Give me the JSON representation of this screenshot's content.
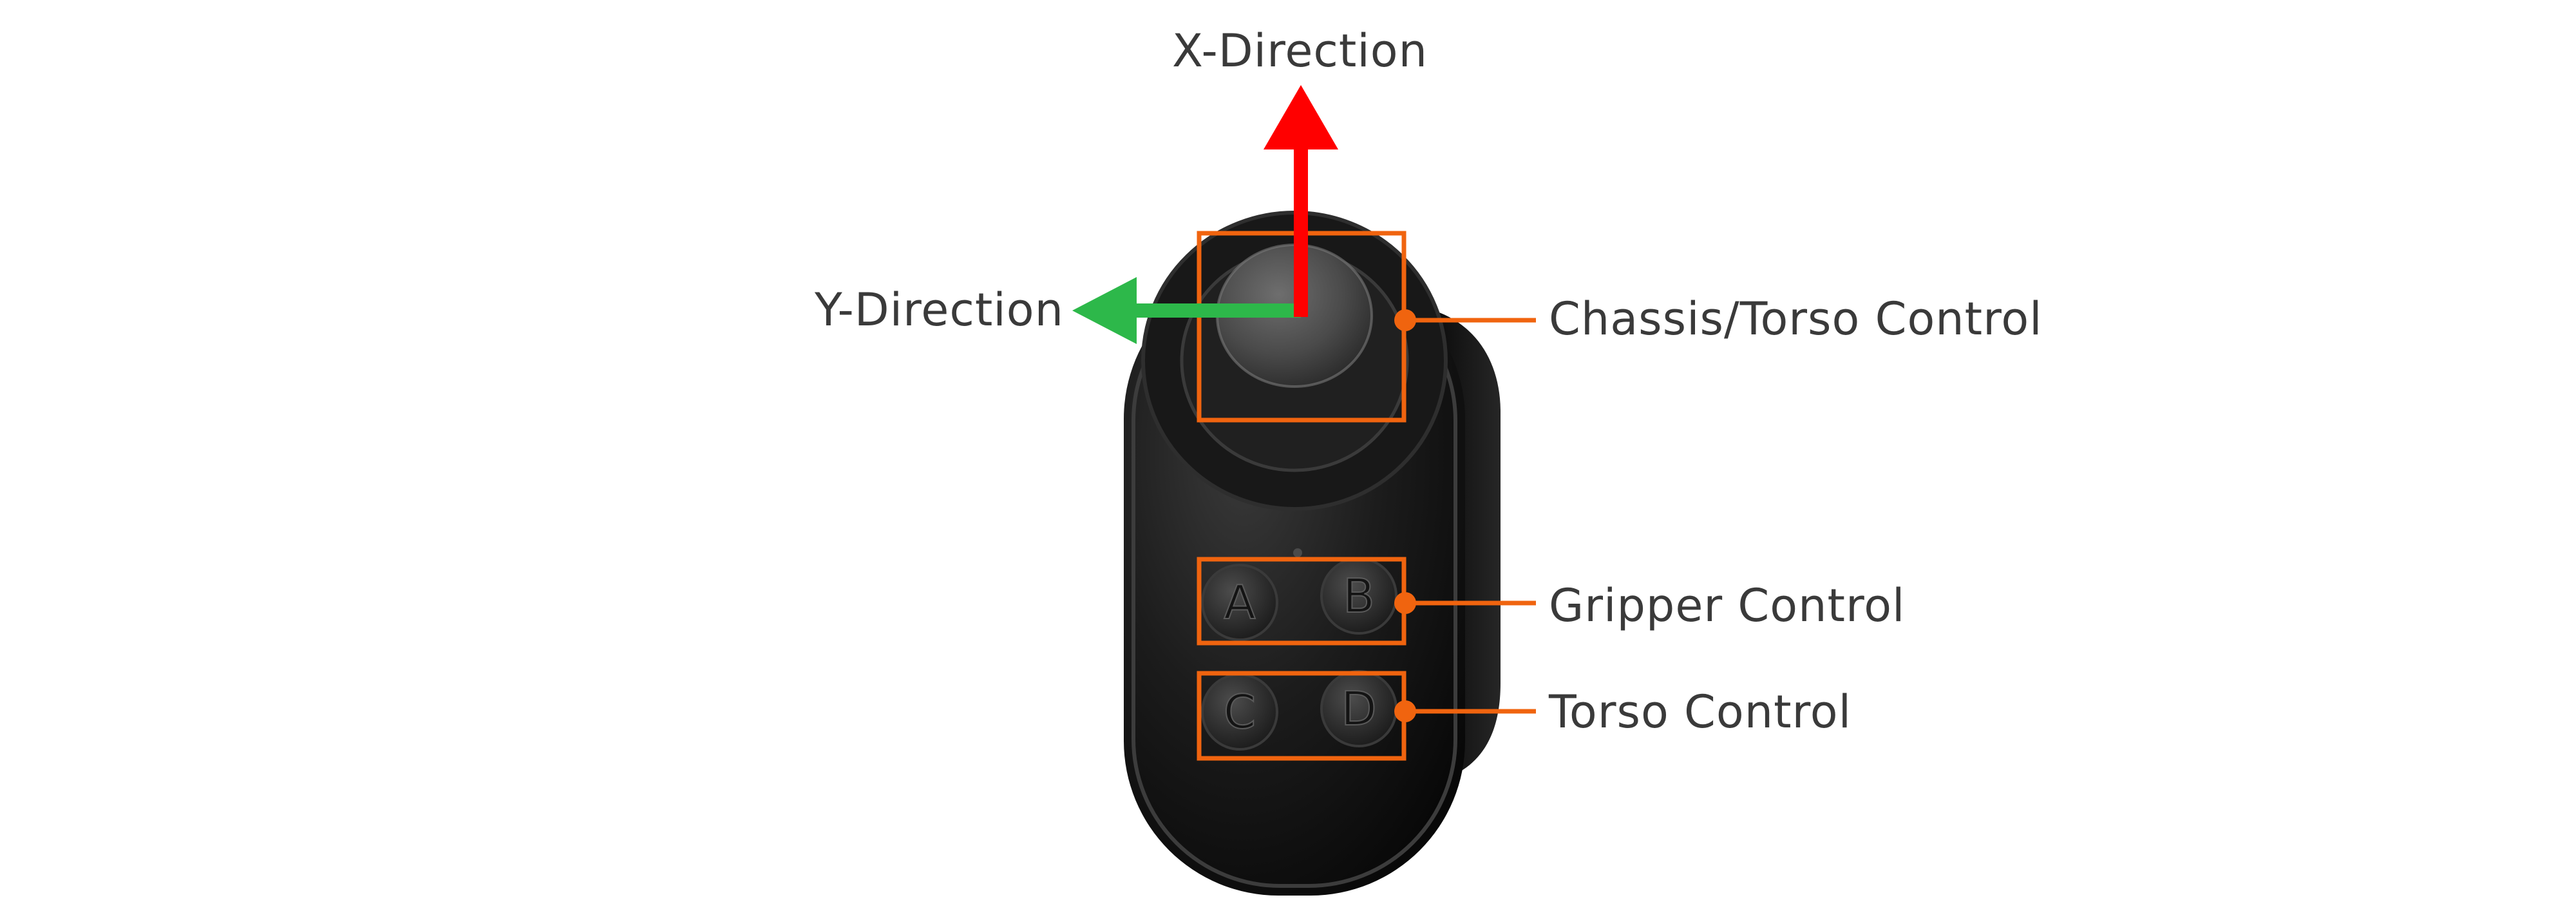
{
  "axes": {
    "x_direction": "X-Direction",
    "y_direction": "Y-Direction"
  },
  "callouts": {
    "chassis_torso": "Chassis/Torso Control",
    "gripper": "Gripper Control",
    "torso": "Torso Control"
  },
  "buttons": {
    "a": "A",
    "b": "B",
    "c": "C",
    "d": "D"
  },
  "colors": {
    "x_arrow": "#ff0000",
    "y_arrow": "#2db84a",
    "callout": "#f0640f",
    "label_text": "#3a3a3a",
    "controller_body": "#141414"
  }
}
